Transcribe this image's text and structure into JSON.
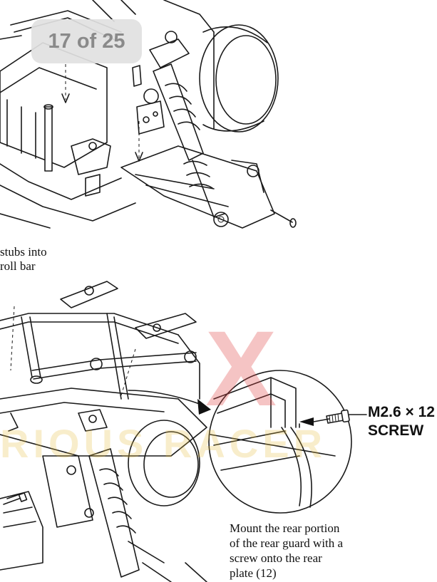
{
  "viewer": {
    "page_counter": "17 of 25"
  },
  "instructions": {
    "roll_bar_caption_lines": [
      "stubs into",
      "roll bar"
    ],
    "screw_label_lines": [
      "M2.6 × 12",
      "SCREW"
    ],
    "mount_caption_lines": [
      "Mount the rear portion",
      "of the rear guard with a",
      "screw onto the rear",
      "plate (12)"
    ]
  },
  "watermark": {
    "mark": "X",
    "text": "RIOUS RACER",
    "colors": {
      "mark": "#e14646",
      "text": "#e6be46"
    }
  }
}
